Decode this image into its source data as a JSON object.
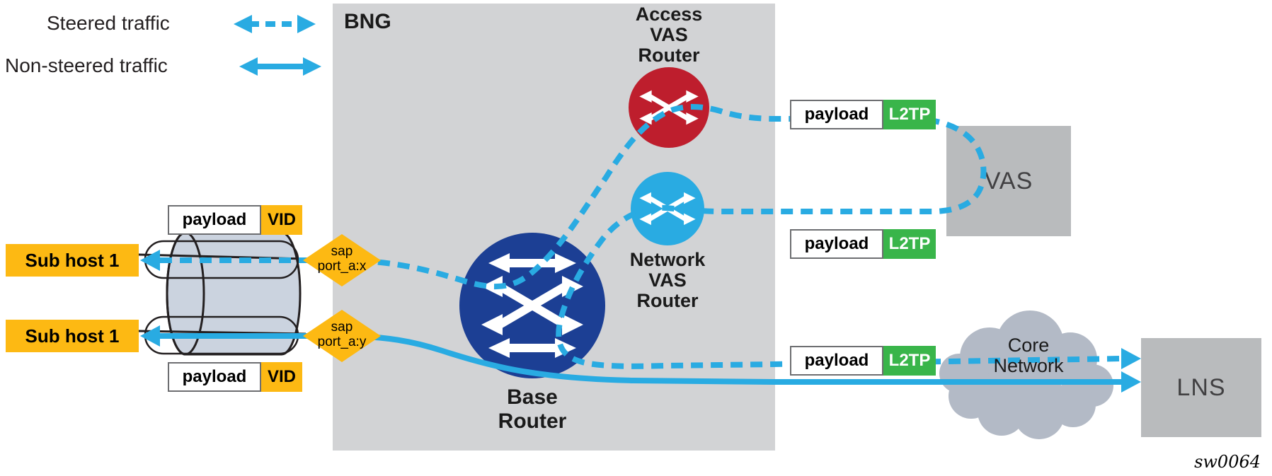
{
  "colors": {
    "traffic_cyan": "#29ABE2",
    "accent_yellow": "#FDB913",
    "access_router_red": "#BE1E2D",
    "base_router_navy": "#1C3F94",
    "l2tp_green": "#39B54A",
    "bng_gray": "#D2D3D5",
    "node_gray": "#B9BBBD",
    "cloud_gray": "#B3BAC6"
  },
  "legend": {
    "steered_label": "Steered traffic",
    "non_steered_label": "Non-steered traffic"
  },
  "bng": {
    "title": "BNG",
    "access_vas_router_label": [
      "Access",
      "VAS",
      "Router"
    ],
    "network_vas_router_label": [
      "Network",
      "VAS",
      "Router"
    ],
    "base_router_label": [
      "Base",
      "Router"
    ]
  },
  "subscribers": {
    "host_top_label": "Sub host 1",
    "host_bottom_label": "Sub host 1"
  },
  "saps": {
    "sap_x": [
      "sap",
      "port_a:x"
    ],
    "sap_y": [
      "sap",
      "port_a:y"
    ]
  },
  "packets": {
    "vid_top": {
      "payload_label": "payload",
      "tag_label": "VID"
    },
    "vid_bottom": {
      "payload_label": "payload",
      "tag_label": "VID"
    },
    "l2tp_top": {
      "payload_label": "payload",
      "tag_label": "L2TP"
    },
    "l2tp_middle": {
      "payload_label": "payload",
      "tag_label": "L2TP"
    },
    "l2tp_bottom": {
      "payload_label": "payload",
      "tag_label": "L2TP"
    }
  },
  "nodes": {
    "vas_label": "VAS",
    "lns_label": "LNS",
    "core_network_label": [
      "Core",
      "Network"
    ]
  },
  "watermark": "sw0064"
}
